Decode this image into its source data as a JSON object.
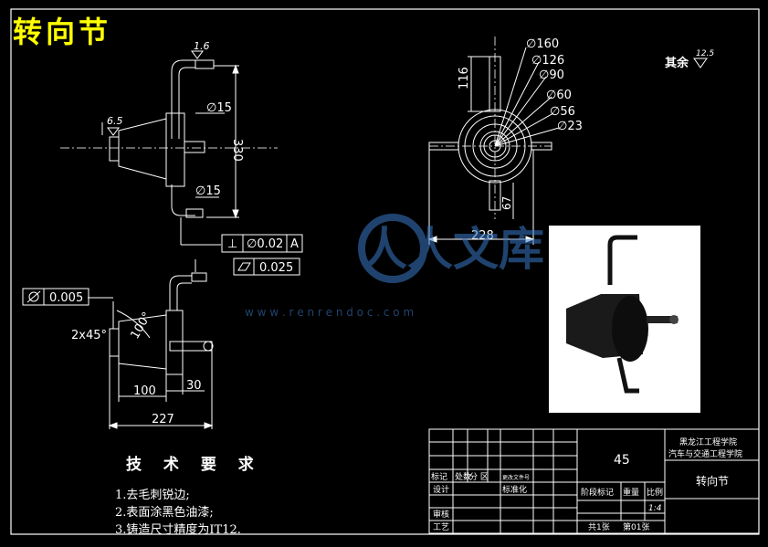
{
  "drawing": {
    "title": "转向节",
    "tech_requirements": {
      "heading": "技 术 要 求",
      "items": [
        "1.去毛刺锐边;",
        "2.表面涂黑色油漆;",
        "3.铸造尺寸精度为IT12."
      ]
    },
    "roughness_rest": {
      "label": "其余",
      "value": "12.5"
    },
    "watermark": {
      "brand": "人人文库",
      "url": "w w w . r e n r e n d o c . c o m"
    },
    "front_view": {
      "roughness_top": "1.6",
      "roughness_left": "6.5",
      "dia_upper": "∅15",
      "dia_lower": "∅15",
      "height": "330",
      "perpendicularity": {
        "symbol": "⊥",
        "value": "∅0.02",
        "datum": "A"
      }
    },
    "side_view": {
      "diameters": [
        "∅160",
        "∅126",
        "∅90",
        "∅60",
        "∅56",
        "∅23"
      ],
      "height": "116",
      "offset": "67",
      "width": "228"
    },
    "section_view": {
      "flatness": {
        "value": "0.025"
      },
      "cylindricity": {
        "value": "0.005"
      },
      "chamfer": "2x45°",
      "angle": "100°",
      "dim_100": "100",
      "dim_30": "30",
      "dim_227": "227"
    },
    "title_block": {
      "material": "45",
      "school": "黑龙江工程学院",
      "dept": "汽车与交通工程学院",
      "part_name": "转向节",
      "scale": "1:4",
      "sheets": "共1张",
      "sheet_no": "第01张",
      "labels": {
        "mark": "标记",
        "count": "处数",
        "zone": "分 区",
        "doc": "更改文件号",
        "design": "设计",
        "standard": "标准化",
        "stage": "阶段标记",
        "weight": "重量",
        "ratio": "比例",
        "review": "审核",
        "process": "工艺"
      }
    }
  }
}
